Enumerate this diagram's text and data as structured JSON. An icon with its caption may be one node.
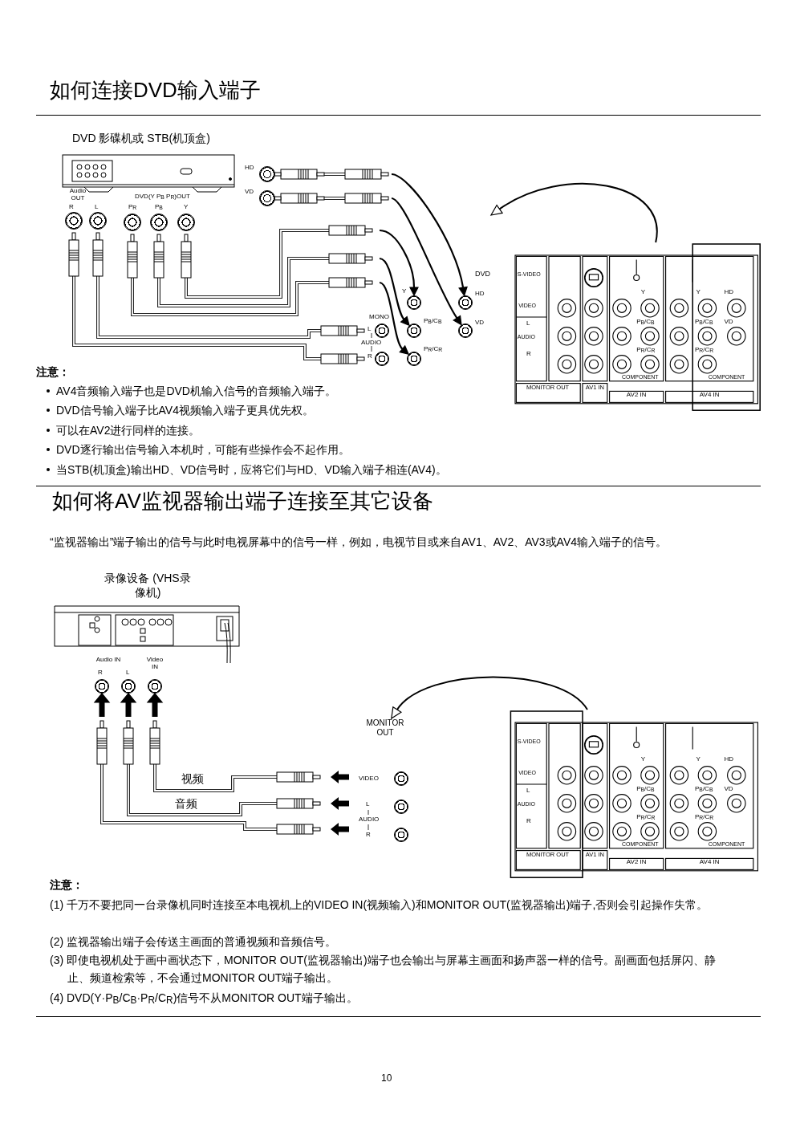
{
  "diagram": {
    "nodes": [
      {
        "text": [
          "DVD 影碟机或 STB(机顶盒)"
        ]
      },
      {
        "text": [],
        "shape": "circle"
      },
      {
        "text": [],
        "shape": "circle"
      },
      {
        "text": [],
        "shape": "circle"
      },
      {
        "text": [],
        "shape": "circle"
      },
      {
        "text": [],
        "shape": "circle"
      },
      {
        "text": [],
        "shape": "circle"
      },
      {
        "text": [],
        "shape": "circle"
      },
      {
        "text": [],
        "shape": "box"
      },
      {
        "text": [],
        "shape": "circle"
      },
      {
        "text": [],
        "shape": "circle"
      },
      {
        "text": [],
        "shape": "circle"
      },
      {
        "text": [],
        "shape": "circle"
      },
      {
        "text": [],
        "shape": "circle"
      },
      {
        "text": [],
        "shape": "circle"
      },
      {
        "text": [],
        "shape": "circle"
      },
      {
        "text": [
          "录像设备 (VHS录像机)"
        ]
      },
      {
        "text": [],
        "shape": "circle"
      },
      {
        "text": [],
        "shape": "circle"
      },
      {
        "text": [],
        "shape": "circle"
      },
      {
        "text": [
          "MONITOR OUT"
        ]
      },
      {
        "text": [],
        "shape": "box"
      },
      {
        "text": [],
        "shape": "circle"
      },
      {
        "text": [],
        "shape": "circle"
      },
      {
        "text": [],
        "shape": "circle"
      }
    ],
    "edges": [
      {
        "from": null,
        "to": 10,
        "arrow": "to"
      },
      {
        "from": null,
        "to": 13,
        "arrow": "to"
      },
      {
        "from": null,
        "to": 9,
        "arrow": "to"
      },
      {
        "from": null,
        "to": 12,
        "arrow": "to"
      },
      {
        "from": null,
        "to": 15,
        "arrow": "to"
      },
      {
        "from": 8,
        "to": null,
        "arrow": "to"
      },
      {
        "from": null,
        "to": 17,
        "arrow": "to",
        "style": "thick"
      },
      {
        "from": null,
        "to": 18,
        "arrow": "to",
        "style": "thick"
      },
      {
        "from": null,
        "to": 19,
        "arrow": "to",
        "style": "thick"
      },
      {
        "from": 21,
        "to": 20,
        "arrow": "to"
      }
    ],
    "labels": [
      "如何连接DVD输入端子",
      "Audio OUT",
      "R",
      "L",
      "DVD(Y P$_{B}$ P$_{R}$)OUT",
      "P$_{R}$",
      "P$_{B}$",
      "Y",
      "HD",
      "VD",
      "S-VIDEO",
      "Y",
      "VIDEO",
      "Y",
      "HD",
      "P$_{B}$/C$_{B}$",
      "P$_{B}$/C$_{B}$",
      "VD",
      "L",
      "AUDIO",
      "P$_{R}$/C$_{R}$",
      "P$_{R}$/C$_{R}$",
      "R",
      "COMPONENT",
      "COMPONENT",
      "MONITOR OUT",
      "AV1 IN",
      "AV2 IN",
      "AV4 IN",
      "DVD",
      "Y",
      "HD",
      "MONO",
      "P$_{B}$/C$_{B}$",
      "VD",
      "L",
      "AUDIO",
      "R",
      "P$_{R}$/C$_{R}$",
      "注意：",
      "AV4音频输入端子也是DVD机输入信号的音频输入端子。",
      "DVD信号输入端子比AV4视频输入端子更具优先权。",
      "可以在AV2进行同样的连接。",
      "DVD逐行输出信号输入本机时，可能有些操作会不起作用。",
      "当STB(机顶盒)输出HD、VD信号时，应将它们与HD、VD输入端子相连(AV4)。",
      "如何将AV监视器输出端子连接至其它设备",
      "“监视器输出”端子输出的信号与此时电视屏幕中的信号一样，例如，电视节目或来自AV1、AV2、AV3或AV4输入端子的信号。",
      "Audio IN",
      "R",
      "L",
      "Video IN",
      "S-VIDEO",
      "Y",
      "VIDEO",
      "Y",
      "HD",
      "P$_{B}$/C$_{B}$",
      "P$_{B}$/C$_{B}$",
      "VD",
      "L",
      "AUDIO",
      "P$_{R}$/C$_{R}$",
      "P$_{R}$/C$_{R}$",
      "R",
      "COMPONENT",
      "COMPONENT",
      "MONITOR OUT",
      "AV1 IN",
      "AV2 IN",
      "AV4 IN",
      "视频",
      "VIDEO",
      "音频",
      "L",
      "AUDIO",
      "R",
      "注意：",
      "(1) 千万不要把同一台录像机同时连接至本电视机上的VIDEO IN(视频输入)和MONITOR OUT(监视器输出)端子,否则会引起操作失常。",
      "(2) 监视器输出端子会传送主画面的普通视频和音频信号。",
      "(3) 即使电视机处于画中画状态下，MONITOR OUT(监视器输出)端子也会输出与屏幕主画面和扬声器一样的信号。副画面包括屏闪、静止、频道检索等，不会通过MONITOR OUT端子输出。",
      "(4) DVD(Y·P$_{B}$/C$_{B}$·P$_{R}$/C$_{R}$)信号不从MONITOR OUT端子输出。",
      "10"
    ]
  }
}
